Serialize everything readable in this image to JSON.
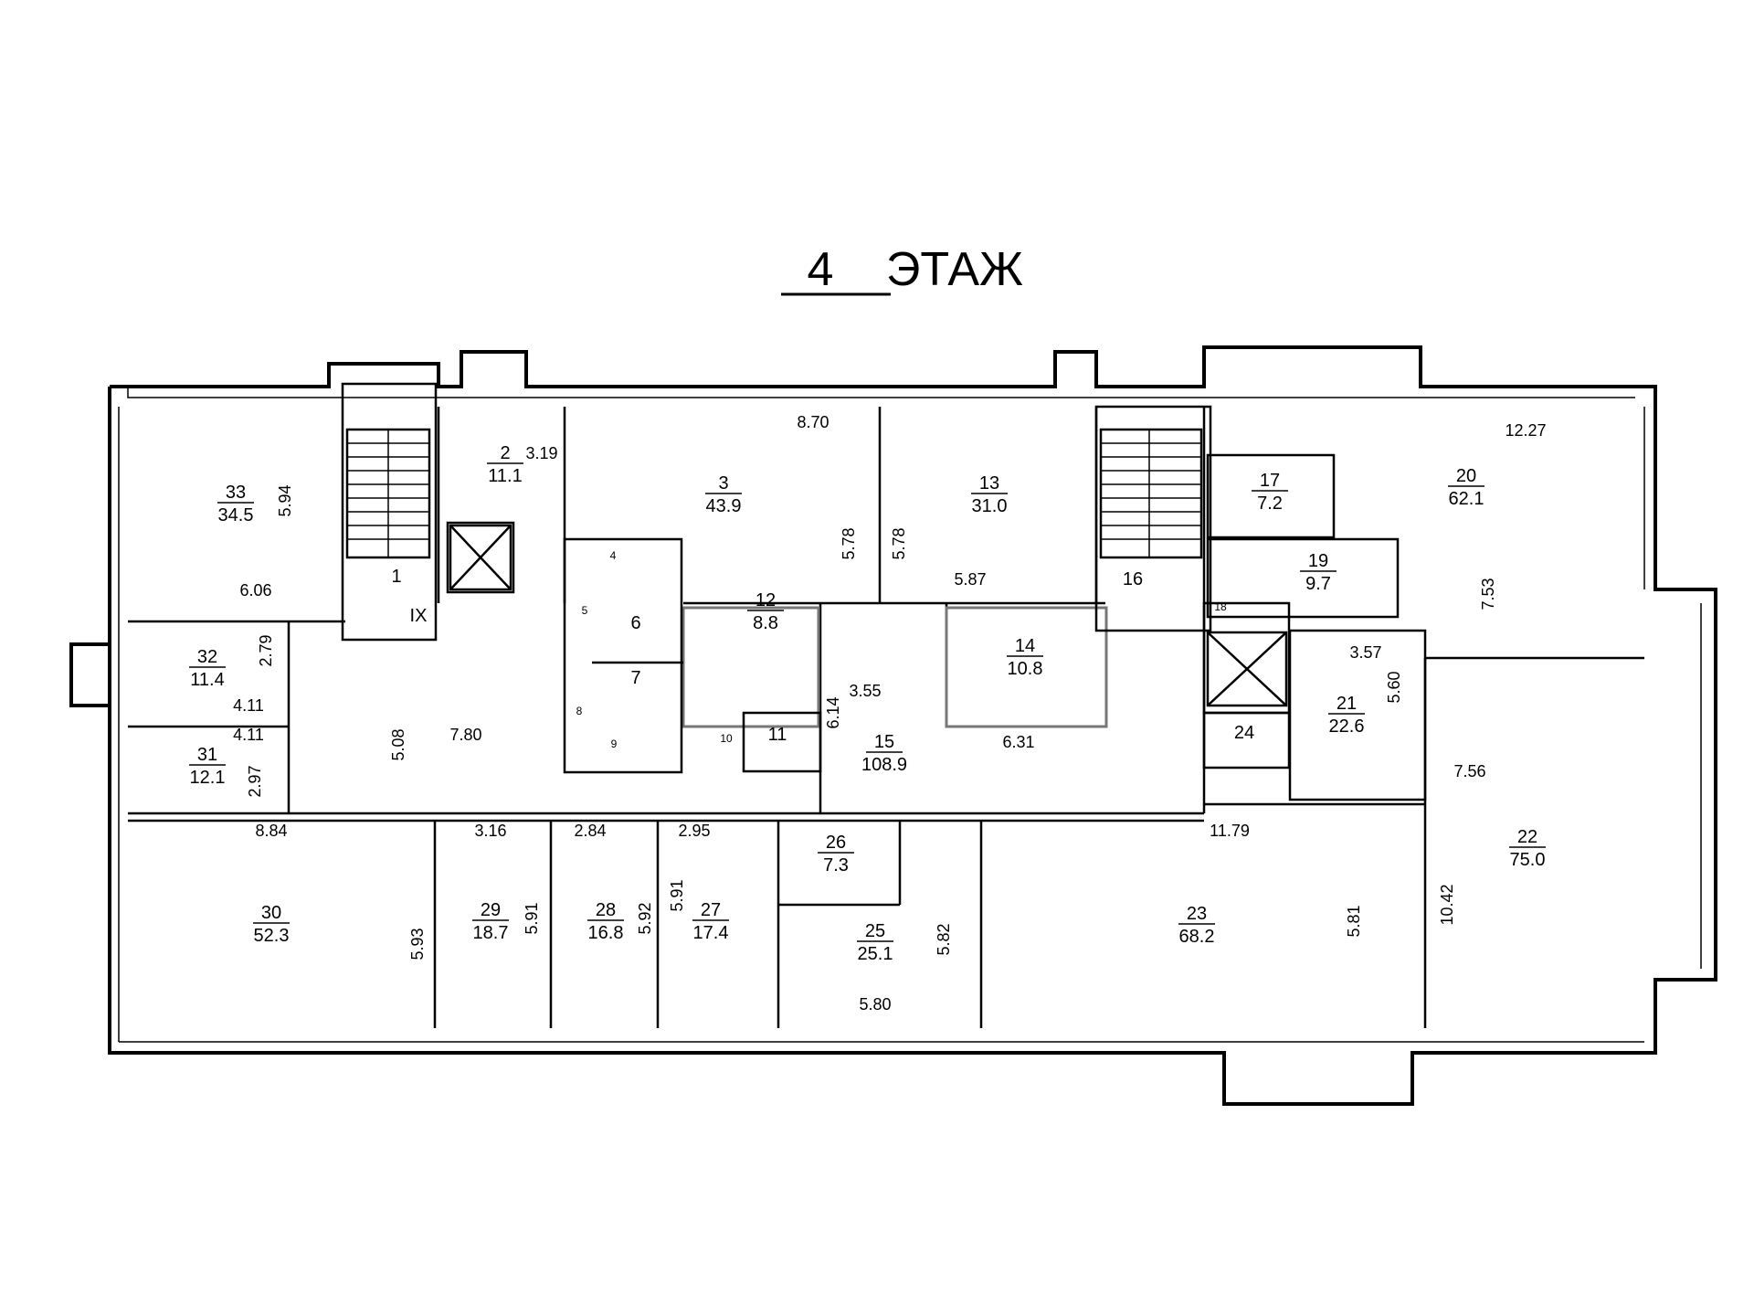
{
  "title": {
    "number": "4",
    "word": "ЭТАЖ"
  },
  "rooms": [
    {
      "id": "1"
    },
    {
      "id": "IX"
    },
    {
      "id": "2",
      "area": "11.1"
    },
    {
      "id": "3",
      "area": "43.9"
    },
    {
      "id": "4"
    },
    {
      "id": "5"
    },
    {
      "id": "6"
    },
    {
      "id": "7"
    },
    {
      "id": "8"
    },
    {
      "id": "9"
    },
    {
      "id": "10"
    },
    {
      "id": "11"
    },
    {
      "id": "12",
      "area": "8.8"
    },
    {
      "id": "13",
      "area": "31.0"
    },
    {
      "id": "14",
      "area": "10.8"
    },
    {
      "id": "15",
      "area": "108.9"
    },
    {
      "id": "16"
    },
    {
      "id": "17",
      "area": "7.2"
    },
    {
      "id": "18"
    },
    {
      "id": "19",
      "area": "9.7"
    },
    {
      "id": "20",
      "area": "62.1"
    },
    {
      "id": "21",
      "area": "22.6"
    },
    {
      "id": "22",
      "area": "75.0"
    },
    {
      "id": "23",
      "area": "68.2"
    },
    {
      "id": "24"
    },
    {
      "id": "25",
      "area": "25.1"
    },
    {
      "id": "26",
      "area": "7.3"
    },
    {
      "id": "27",
      "area": "17.4"
    },
    {
      "id": "28",
      "area": "16.8"
    },
    {
      "id": "29",
      "area": "18.7"
    },
    {
      "id": "30",
      "area": "52.3"
    },
    {
      "id": "31",
      "area": "12.1"
    },
    {
      "id": "32",
      "area": "11.4"
    },
    {
      "id": "33",
      "area": "34.5"
    }
  ],
  "dimensions": [
    "3.19",
    "8.70",
    "5.78",
    "5.78",
    "5.87",
    "12.27",
    "5.94",
    "6.06",
    "2.79",
    "4.11",
    "4.11",
    "2.97",
    "5.08",
    "7.80",
    "3.55",
    "6.14",
    "6.31",
    "7.53",
    "3.57",
    "5.60",
    "7.56",
    "10.42",
    "8.84",
    "3.16",
    "2.84",
    "2.95",
    "5.91",
    "5.92",
    "5.91",
    "5.93",
    "5.82",
    "5.80",
    "11.79",
    "5.81"
  ]
}
